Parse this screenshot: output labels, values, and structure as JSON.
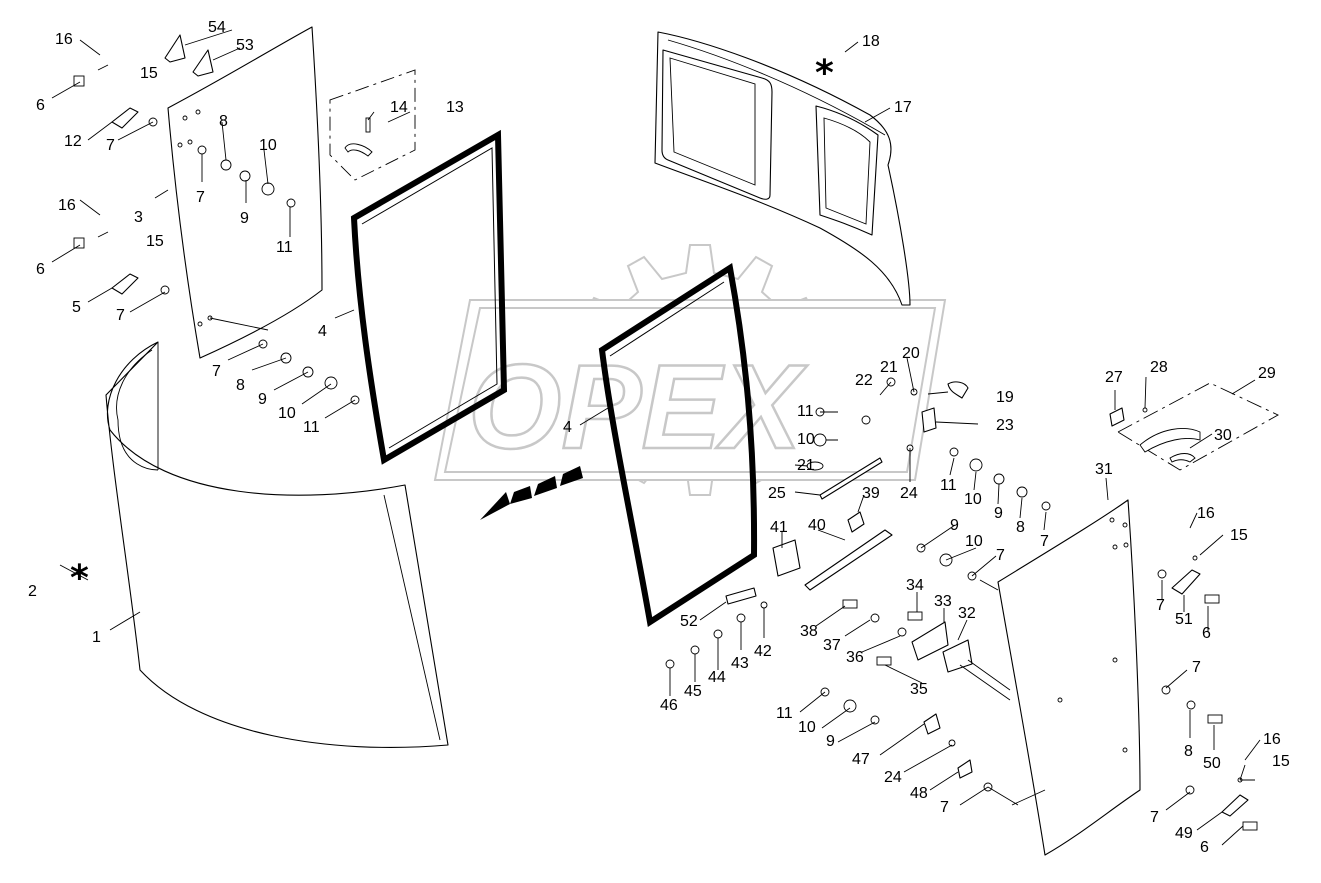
{
  "watermark": {
    "text": "OPEX"
  },
  "asterisks": [
    {
      "id": "star-2",
      "symbol": "*"
    },
    {
      "id": "star-18",
      "symbol": "*"
    }
  ],
  "labels": [
    {
      "id": "l54",
      "text": "54"
    },
    {
      "id": "l53",
      "text": "53"
    },
    {
      "id": "l16a",
      "text": "16"
    },
    {
      "id": "l15a",
      "text": "15"
    },
    {
      "id": "l6a",
      "text": "6"
    },
    {
      "id": "l12",
      "text": "12"
    },
    {
      "id": "l7a",
      "text": "7"
    },
    {
      "id": "l8a",
      "text": "8"
    },
    {
      "id": "l10a",
      "text": "10"
    },
    {
      "id": "l7b",
      "text": "7"
    },
    {
      "id": "l9a",
      "text": "9"
    },
    {
      "id": "l3",
      "text": "3"
    },
    {
      "id": "l11a",
      "text": "11"
    },
    {
      "id": "l16b",
      "text": "16"
    },
    {
      "id": "l15b",
      "text": "15"
    },
    {
      "id": "l6b",
      "text": "6"
    },
    {
      "id": "l5",
      "text": "5"
    },
    {
      "id": "l7c",
      "text": "7"
    },
    {
      "id": "l14",
      "text": "14"
    },
    {
      "id": "l13",
      "text": "13"
    },
    {
      "id": "l4a",
      "text": "4"
    },
    {
      "id": "l7d",
      "text": "7"
    },
    {
      "id": "l8b",
      "text": "8"
    },
    {
      "id": "l9b",
      "text": "9"
    },
    {
      "id": "l10b",
      "text": "10"
    },
    {
      "id": "l11b",
      "text": "11"
    },
    {
      "id": "l2",
      "text": "2"
    },
    {
      "id": "l1",
      "text": "1"
    },
    {
      "id": "l18",
      "text": "18"
    },
    {
      "id": "l17",
      "text": "17"
    },
    {
      "id": "l4b",
      "text": "4"
    },
    {
      "id": "l22",
      "text": "22"
    },
    {
      "id": "l21a",
      "text": "21"
    },
    {
      "id": "l20",
      "text": "20"
    },
    {
      "id": "l19",
      "text": "19"
    },
    {
      "id": "l23",
      "text": "23"
    },
    {
      "id": "l11c",
      "text": "11"
    },
    {
      "id": "l10c",
      "text": "10"
    },
    {
      "id": "l21b",
      "text": "21"
    },
    {
      "id": "l25",
      "text": "25"
    },
    {
      "id": "l39",
      "text": "39"
    },
    {
      "id": "l24a",
      "text": "24"
    },
    {
      "id": "l11d",
      "text": "11"
    },
    {
      "id": "l10d",
      "text": "10"
    },
    {
      "id": "l9c",
      "text": "9"
    },
    {
      "id": "l8c",
      "text": "8"
    },
    {
      "id": "l7e",
      "text": "7"
    },
    {
      "id": "l27",
      "text": "27"
    },
    {
      "id": "l28",
      "text": "28"
    },
    {
      "id": "l29",
      "text": "29"
    },
    {
      "id": "l30",
      "text": "30"
    },
    {
      "id": "l31",
      "text": "31"
    },
    {
      "id": "l16c",
      "text": "16"
    },
    {
      "id": "l15c",
      "text": "15"
    },
    {
      "id": "l41",
      "text": "41"
    },
    {
      "id": "l40",
      "text": "40"
    },
    {
      "id": "l9d",
      "text": "9"
    },
    {
      "id": "l10e",
      "text": "10"
    },
    {
      "id": "l7f",
      "text": "7"
    },
    {
      "id": "l7g",
      "text": "7"
    },
    {
      "id": "l51",
      "text": "51"
    },
    {
      "id": "l6c",
      "text": "6"
    },
    {
      "id": "l52",
      "text": "52"
    },
    {
      "id": "l42",
      "text": "42"
    },
    {
      "id": "l43",
      "text": "43"
    },
    {
      "id": "l44",
      "text": "44"
    },
    {
      "id": "l45",
      "text": "45"
    },
    {
      "id": "l46",
      "text": "46"
    },
    {
      "id": "l38",
      "text": "38"
    },
    {
      "id": "l37",
      "text": "37"
    },
    {
      "id": "l34",
      "text": "34"
    },
    {
      "id": "l36",
      "text": "36"
    },
    {
      "id": "l35",
      "text": "35"
    },
    {
      "id": "l33",
      "text": "33"
    },
    {
      "id": "l32",
      "text": "32"
    },
    {
      "id": "l7h",
      "text": "7"
    },
    {
      "id": "l11e",
      "text": "11"
    },
    {
      "id": "l10f",
      "text": "10"
    },
    {
      "id": "l9e",
      "text": "9"
    },
    {
      "id": "l47",
      "text": "47"
    },
    {
      "id": "l24b",
      "text": "24"
    },
    {
      "id": "l48",
      "text": "48"
    },
    {
      "id": "l7i",
      "text": "7"
    },
    {
      "id": "l8d",
      "text": "8"
    },
    {
      "id": "l50",
      "text": "50"
    },
    {
      "id": "l16d",
      "text": "16"
    },
    {
      "id": "l15d",
      "text": "15"
    },
    {
      "id": "l7j",
      "text": "7"
    },
    {
      "id": "l49",
      "text": "49"
    },
    {
      "id": "l6d",
      "text": "6"
    }
  ]
}
